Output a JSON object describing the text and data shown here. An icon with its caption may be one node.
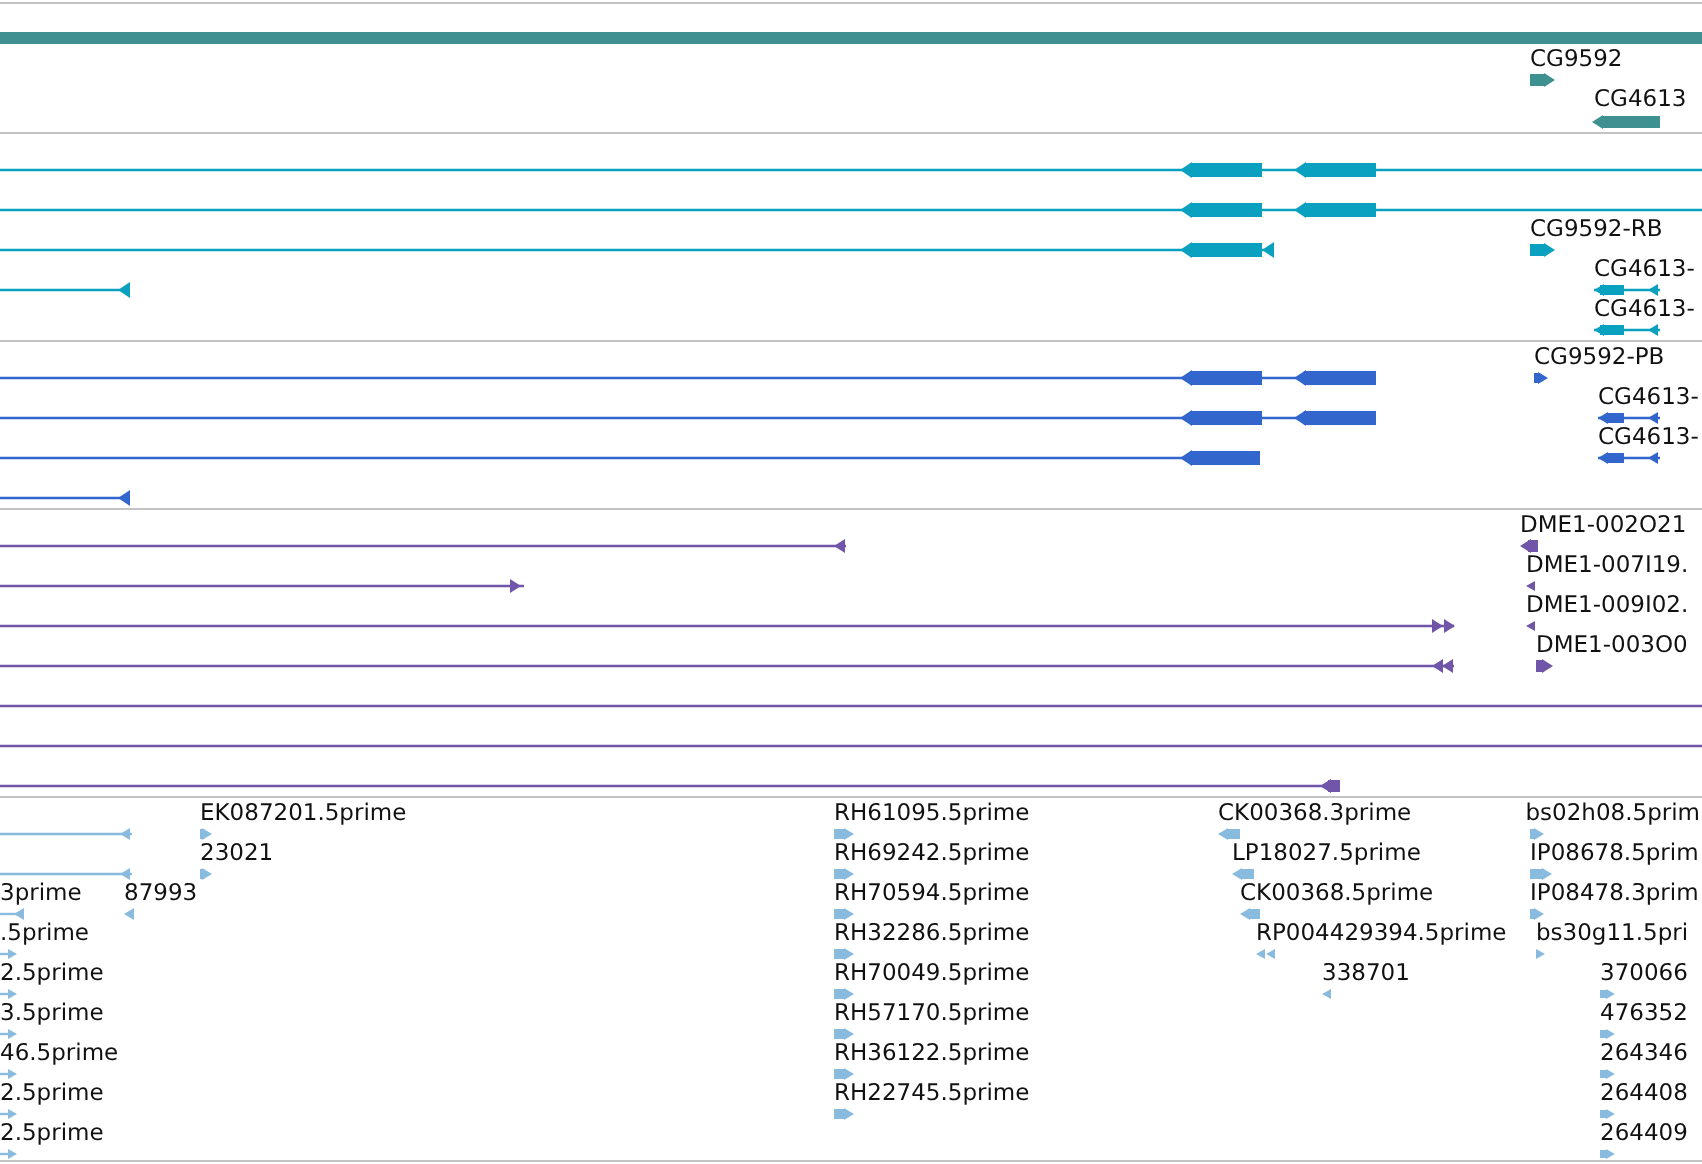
{
  "diagram": {
    "labels": [
      "CG9592",
      "CG4613",
      "CG9592-RB",
      "CG4613-",
      "CG4613-",
      "CG9592-PB",
      "CG4613-",
      "CG4613-",
      "DME1-002O21",
      "DME1-007I19.",
      "DME1-009I02.",
      "DME1-003O0",
      "EK087201.5prime",
      "RH61095.5prime",
      "CK00368.3prime",
      "bs02h08.5prim",
      "23021",
      "RH69242.5prime",
      "LP18027.5prime",
      "IP08678.5prim",
      "3prime",
      "87993",
      "RH70594.5prime",
      "CK00368.5prime",
      "IP08478.3prim",
      ".5prime",
      "RH32286.5prime",
      "RP004429394.5prime",
      "bs30g11.5pri",
      "2.5prime",
      "RH70049.5prime",
      "338701",
      "370066",
      "3.5prime",
      "RH57170.5prime",
      "476352",
      "46.5prime",
      "RH36122.5prime",
      "264346",
      "2.5prime",
      "RH22745.5prime",
      "264408",
      "2.5prime",
      "264409"
    ]
  }
}
